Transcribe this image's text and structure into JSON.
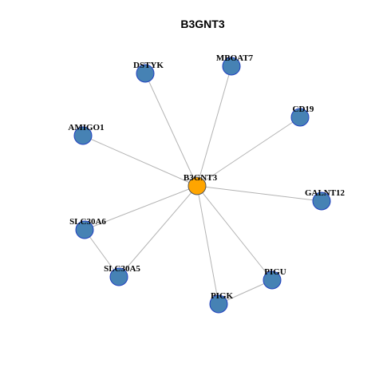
{
  "title": "B3GNT3",
  "colors": {
    "center_fill": "#ffa500",
    "node_fill": "#4682b4",
    "node_stroke": "#1f3fbf",
    "center_stroke": "#555555",
    "edge": "#b3b3b3"
  },
  "nodes": [
    {
      "id": "B3GNT3",
      "label": "B3GNT3",
      "center": true
    },
    {
      "id": "DSTYK",
      "label": "DSTYK"
    },
    {
      "id": "MBOAT7",
      "label": "MBOAT7"
    },
    {
      "id": "CD19",
      "label": "CD19"
    },
    {
      "id": "AMIGO1",
      "label": "AMIGO1"
    },
    {
      "id": "GALNT12",
      "label": "GALNT12"
    },
    {
      "id": "SLC30A6",
      "label": "SLC30A6"
    },
    {
      "id": "SLC30A5",
      "label": "SLC30A5"
    },
    {
      "id": "PIGU",
      "label": "PIGU"
    },
    {
      "id": "PIGK",
      "label": "PIGK"
    }
  ],
  "edges": [
    [
      "B3GNT3",
      "DSTYK"
    ],
    [
      "B3GNT3",
      "MBOAT7"
    ],
    [
      "B3GNT3",
      "CD19"
    ],
    [
      "B3GNT3",
      "AMIGO1"
    ],
    [
      "B3GNT3",
      "GALNT12"
    ],
    [
      "B3GNT3",
      "SLC30A6"
    ],
    [
      "B3GNT3",
      "SLC30A5"
    ],
    [
      "B3GNT3",
      "PIGU"
    ],
    [
      "B3GNT3",
      "PIGK"
    ],
    [
      "SLC30A6",
      "SLC30A5"
    ],
    [
      "PIGK",
      "PIGU"
    ]
  ]
}
